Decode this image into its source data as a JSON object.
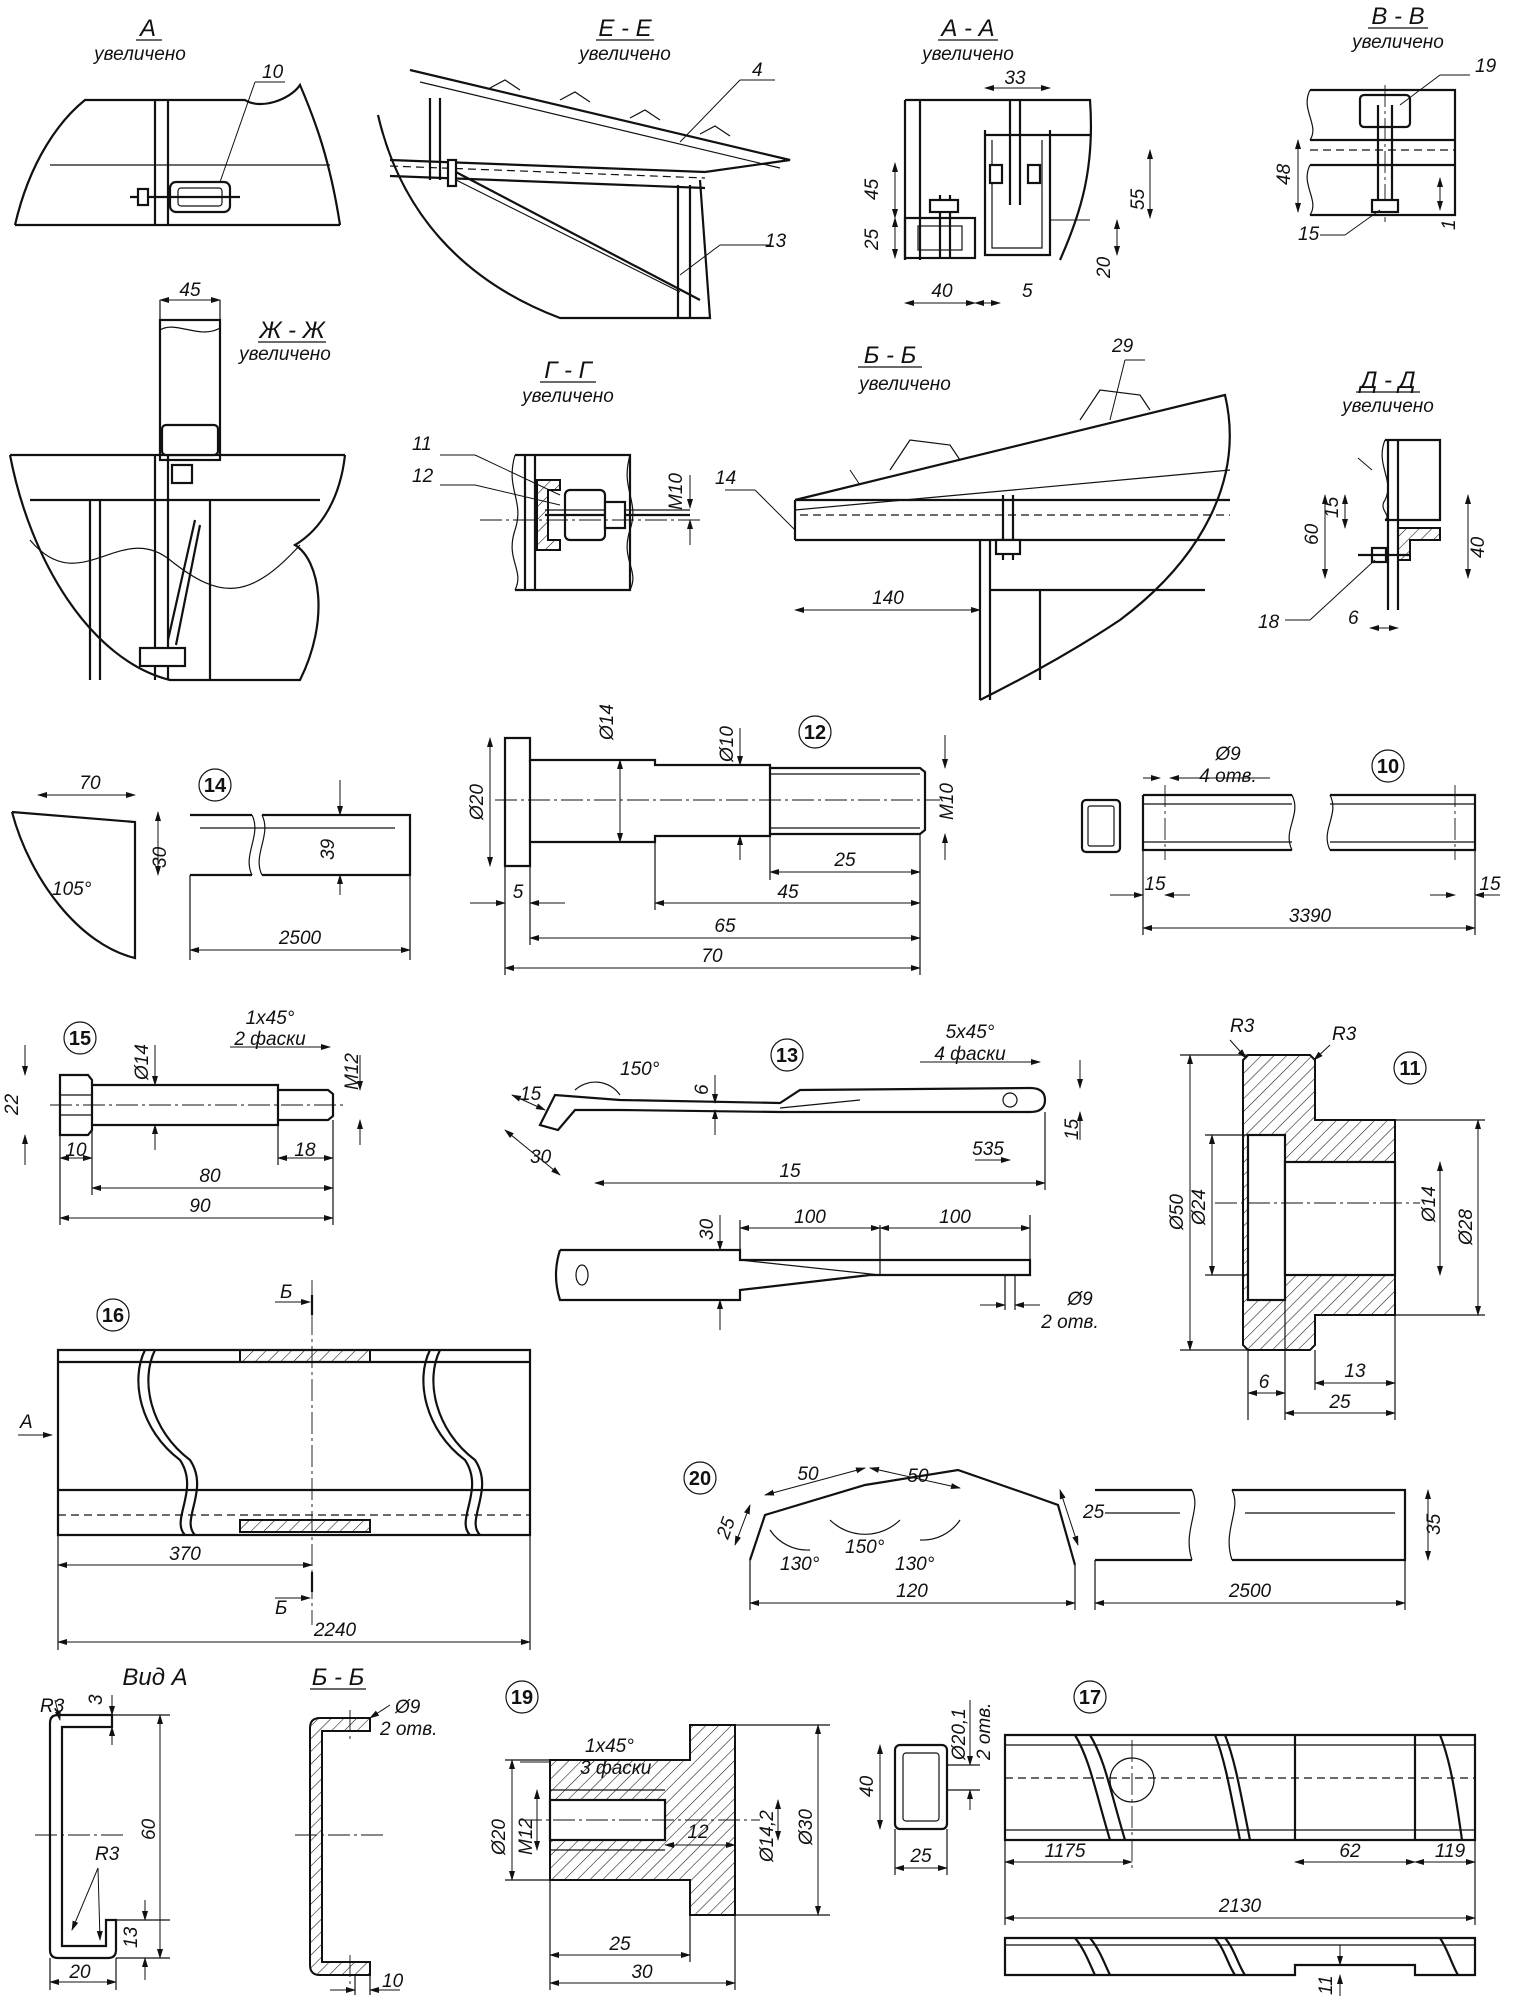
{
  "views": [
    {
      "id": "A",
      "title": "А",
      "note": "увеличено",
      "parts": [
        "10"
      ]
    },
    {
      "id": "EE",
      "title": "Е - Е",
      "note": "увеличено",
      "parts": [
        "4",
        "13"
      ]
    },
    {
      "id": "AA",
      "title": "А - А",
      "note": "увеличено",
      "dims": [
        "33",
        "45",
        "25",
        "55",
        "20",
        "40",
        "5"
      ]
    },
    {
      "id": "VV",
      "title": "В - В",
      "note": "увеличено",
      "parts": [
        "19",
        "15"
      ],
      "dims": [
        "48",
        "1"
      ]
    },
    {
      "id": "ZHZH",
      "title": "Ж - Ж",
      "note": "увеличено",
      "dims": [
        "45"
      ]
    },
    {
      "id": "GG",
      "title": "Г - Г",
      "note": "увеличено",
      "parts": [
        "11",
        "12"
      ],
      "dims": [
        "M10"
      ]
    },
    {
      "id": "BB",
      "title": "Б - Б",
      "note": "увеличено",
      "parts": [
        "29",
        "14"
      ],
      "dims": [
        "140"
      ]
    },
    {
      "id": "DD",
      "title": "Д - Д",
      "note": "увеличено",
      "parts": [
        "18"
      ],
      "dims": [
        "15",
        "60",
        "40",
        "6"
      ]
    }
  ],
  "details": [
    {
      "part": "14",
      "dims": [
        "70",
        "30",
        "105°",
        "39",
        "2500"
      ]
    },
    {
      "part": "12",
      "dims": [
        "Ø20",
        "Ø14",
        "Ø10",
        "M10",
        "25",
        "45",
        "5",
        "65",
        "70"
      ]
    },
    {
      "part": "10",
      "dims": [
        "Ø9",
        "4 отв.",
        "15",
        "3390",
        "15"
      ]
    },
    {
      "part": "15",
      "dims": [
        "1x45°",
        "2 фаски",
        "22",
        "Ø14",
        "M12",
        "10",
        "18",
        "80",
        "90"
      ]
    },
    {
      "part": "13",
      "dims": [
        "150°",
        "6",
        "5x45°",
        "4 фаски",
        "15",
        "30",
        "15",
        "535",
        "15",
        "30",
        "100",
        "100",
        "Ø9",
        "2 отв."
      ]
    },
    {
      "part": "11",
      "dims": [
        "R3",
        "R3",
        "Ø50",
        "Ø24",
        "Ø14",
        "Ø28",
        "13",
        "6",
        "25"
      ]
    },
    {
      "part": "16",
      "dims": [
        "Б",
        "А",
        "370",
        "Б",
        "2240"
      ]
    },
    {
      "part": "20",
      "dims": [
        "50",
        "50",
        "25",
        "25",
        "130°",
        "150°",
        "130°",
        "120",
        "35",
        "2500"
      ]
    },
    {
      "part": "VidA",
      "title": "Вид А",
      "dims": [
        "R3",
        "3",
        "60",
        "R3",
        "13",
        "20"
      ]
    },
    {
      "part": "BB2",
      "title": "Б - Б",
      "dims": [
        "Ø9",
        "2 отв.",
        "10"
      ]
    },
    {
      "part": "19",
      "dims": [
        "1x45°",
        "3 фаски",
        "Ø20",
        "M12",
        "12",
        "Ø14,2",
        "Ø30",
        "25",
        "30"
      ]
    },
    {
      "part": "17",
      "dims": [
        "Ø20,1",
        "2 отв.",
        "40",
        "25",
        "1175",
        "62",
        "119",
        "2130",
        "11"
      ]
    }
  ]
}
